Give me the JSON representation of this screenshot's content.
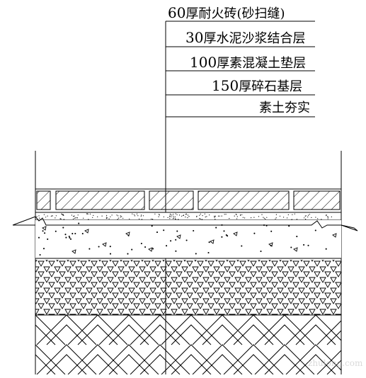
{
  "layers": [
    {
      "thickness": "60",
      "text": "厚耐火砖(砂扫缝)"
    },
    {
      "thickness": "30",
      "text": "厚水泥沙浆结合层"
    },
    {
      "thickness": "100",
      "text": "厚素混凝土垫层"
    },
    {
      "thickness": "150",
      "text": "厚碎石基层"
    },
    {
      "thickness": "",
      "text": "素土夯实"
    }
  ],
  "watermark": "zhulong.com",
  "colors": {
    "ink": "#000000",
    "paper": "#ffffff",
    "watermark": "#d0d0d0"
  }
}
